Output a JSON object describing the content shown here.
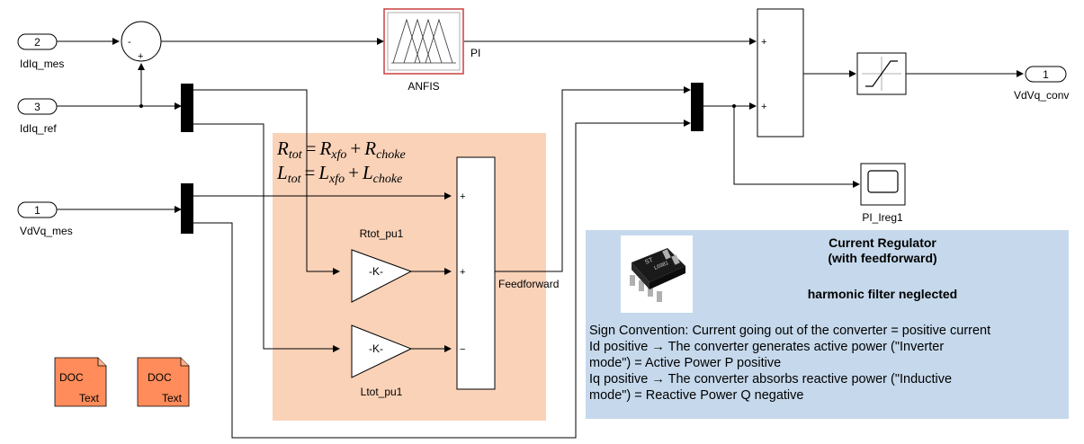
{
  "inports": [
    {
      "number": "2",
      "label": "IdIq_mes"
    },
    {
      "number": "3",
      "label": "IdIq_ref"
    },
    {
      "number": "1",
      "label": "VdVq_mes"
    }
  ],
  "outport": {
    "number": "1",
    "label": "VdVq_conv"
  },
  "blocks": {
    "anfis_label": "ANFIS",
    "anfis_out_signal": "PI",
    "gain_symbol": "-K-",
    "gain_top_label": "Rtot_pu1",
    "gain_bottom_label": "Ltot_pu1",
    "scope_label": "PI_Ireg1",
    "feedforward_signal": "Feedforward"
  },
  "signs": {
    "sum1_minus": "-",
    "sum1_plus": "+",
    "sum2_top": "+",
    "sum2_bottom": "+",
    "ff_sum_top": "+",
    "ff_sum_mid": "+",
    "ff_sum_bottom": "−"
  },
  "equations": {
    "r_tot": "R",
    "r_tot_sub": "tot",
    "r_xfo": "R",
    "r_xfo_sub": "xfo",
    "r_choke": "R",
    "r_choke_sub": "choke",
    "l_tot": "L",
    "l_tot_sub": "tot",
    "l_xfo": "L",
    "l_xfo_sub": "xfo",
    "l_choke": "L",
    "l_choke_sub": "choke",
    "equals": "=",
    "plus": "+"
  },
  "doc_blocks": [
    {
      "line1": "DOC",
      "line2": "Text"
    },
    {
      "line1": "DOC",
      "line2": "Text"
    }
  ],
  "annotation": {
    "title_line1": "Current Regulator",
    "title_line2": "(with feedforward)",
    "subtitle": "harmonic  filter neglected",
    "chip_marking": "L6981",
    "lines": [
      "Sign Convention: Current going out of the converter = positive current",
      "Id positive → The converter generates active power (\"Inverter",
      "mode\") =  Active Power P positive",
      "Iq positive → The converter absorbs reactive power (\"Inductive",
      "mode\") = Reactive Power Q negative"
    ]
  },
  "colors": {
    "feedforward_area": "#f9d2b8",
    "annotation_bg": "#c6d9ec",
    "doc_block": "#ff8c5a",
    "anfis_border": "#c84040"
  }
}
